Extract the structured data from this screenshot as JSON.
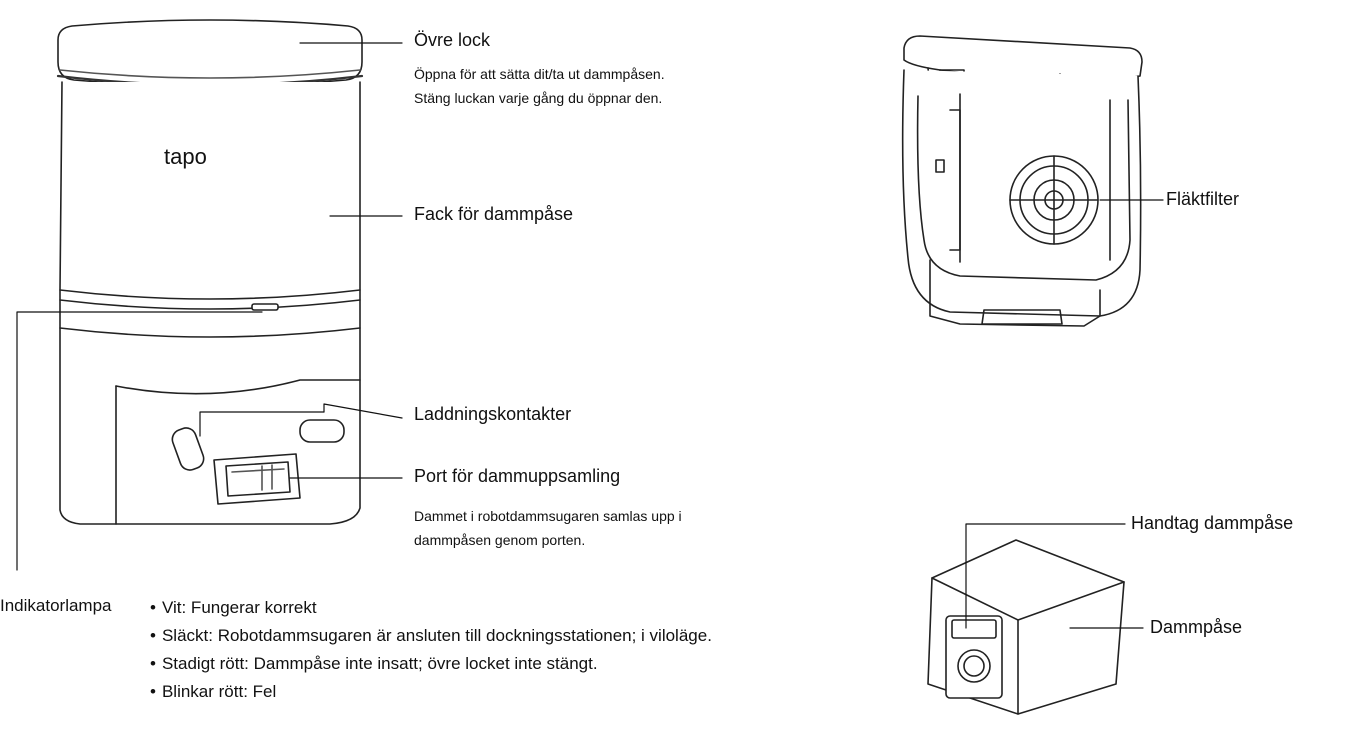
{
  "dock": {
    "brand": "tapo",
    "top_lid": {
      "title": "Övre lock",
      "desc_lines": [
        "Öppna för att sätta dit/ta ut dammpåsen.",
        "Stäng luckan varje gång du öppnar den."
      ]
    },
    "bag_compartment": {
      "title": "Fack för dammpåse"
    },
    "charging_contacts": {
      "title": "Laddningskontakter"
    },
    "dust_port": {
      "title": "Port för dammuppsamling",
      "desc_lines": [
        "Dammet i robotdammsugaren samlas upp i",
        "dammpåsen genom porten."
      ]
    },
    "indicator": {
      "title": "Indikatorlampa",
      "states": [
        "Vit: Fungerar korrekt",
        "Släckt: Robotdammsugaren är ansluten till dockningsstationen; i viloläge.",
        "Stadigt rött: Dammpåse inte insatt; övre locket inte stängt.",
        "Blinkar rött: Fel"
      ]
    }
  },
  "open_view": {
    "fan_filter": "Fläktfilter"
  },
  "bag": {
    "handle": "Handtag dammpåse",
    "bag": "Dammpåse"
  }
}
